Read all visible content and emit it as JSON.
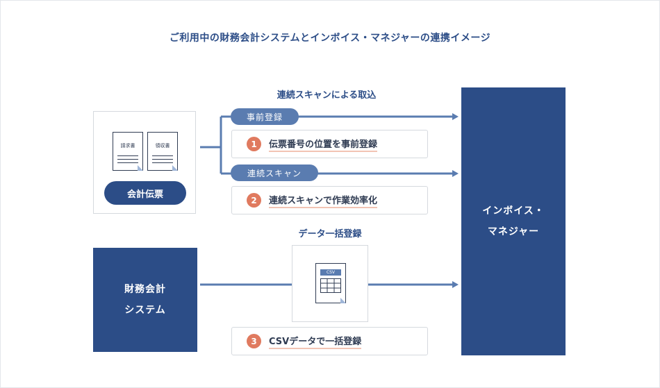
{
  "title": "ご利用中の財務会計システムとインボイス・マネジャーの連携イメージ",
  "scan_section": {
    "label": "連続スキャンによる取込",
    "tag_preregistration": "事前登録",
    "tag_continuous_scan": "連続スキャン",
    "step1": {
      "number": "1",
      "text": "伝票番号の位置を事前登録"
    },
    "step2": {
      "number": "2",
      "text": "連続スキャンで作業効率化"
    }
  },
  "voucher_box": {
    "doc1_label": "請求書",
    "doc2_label": "領収書",
    "button_label": "会計伝票"
  },
  "accounting_system": {
    "line1": "財務会計",
    "line2": "システム"
  },
  "bulk_section": {
    "label": "データ一括登録",
    "csv_label": "CSV",
    "step3": {
      "number": "3",
      "text": "CSVデータで一括登録"
    }
  },
  "invoice_manager": {
    "line1": "インボイス・",
    "line2": "マネジャー"
  },
  "colors": {
    "navy": "#2c4d87",
    "tag_blue": "#5a7cb0",
    "accent_orange": "#e07a5f",
    "line": "#5a7cb0"
  }
}
